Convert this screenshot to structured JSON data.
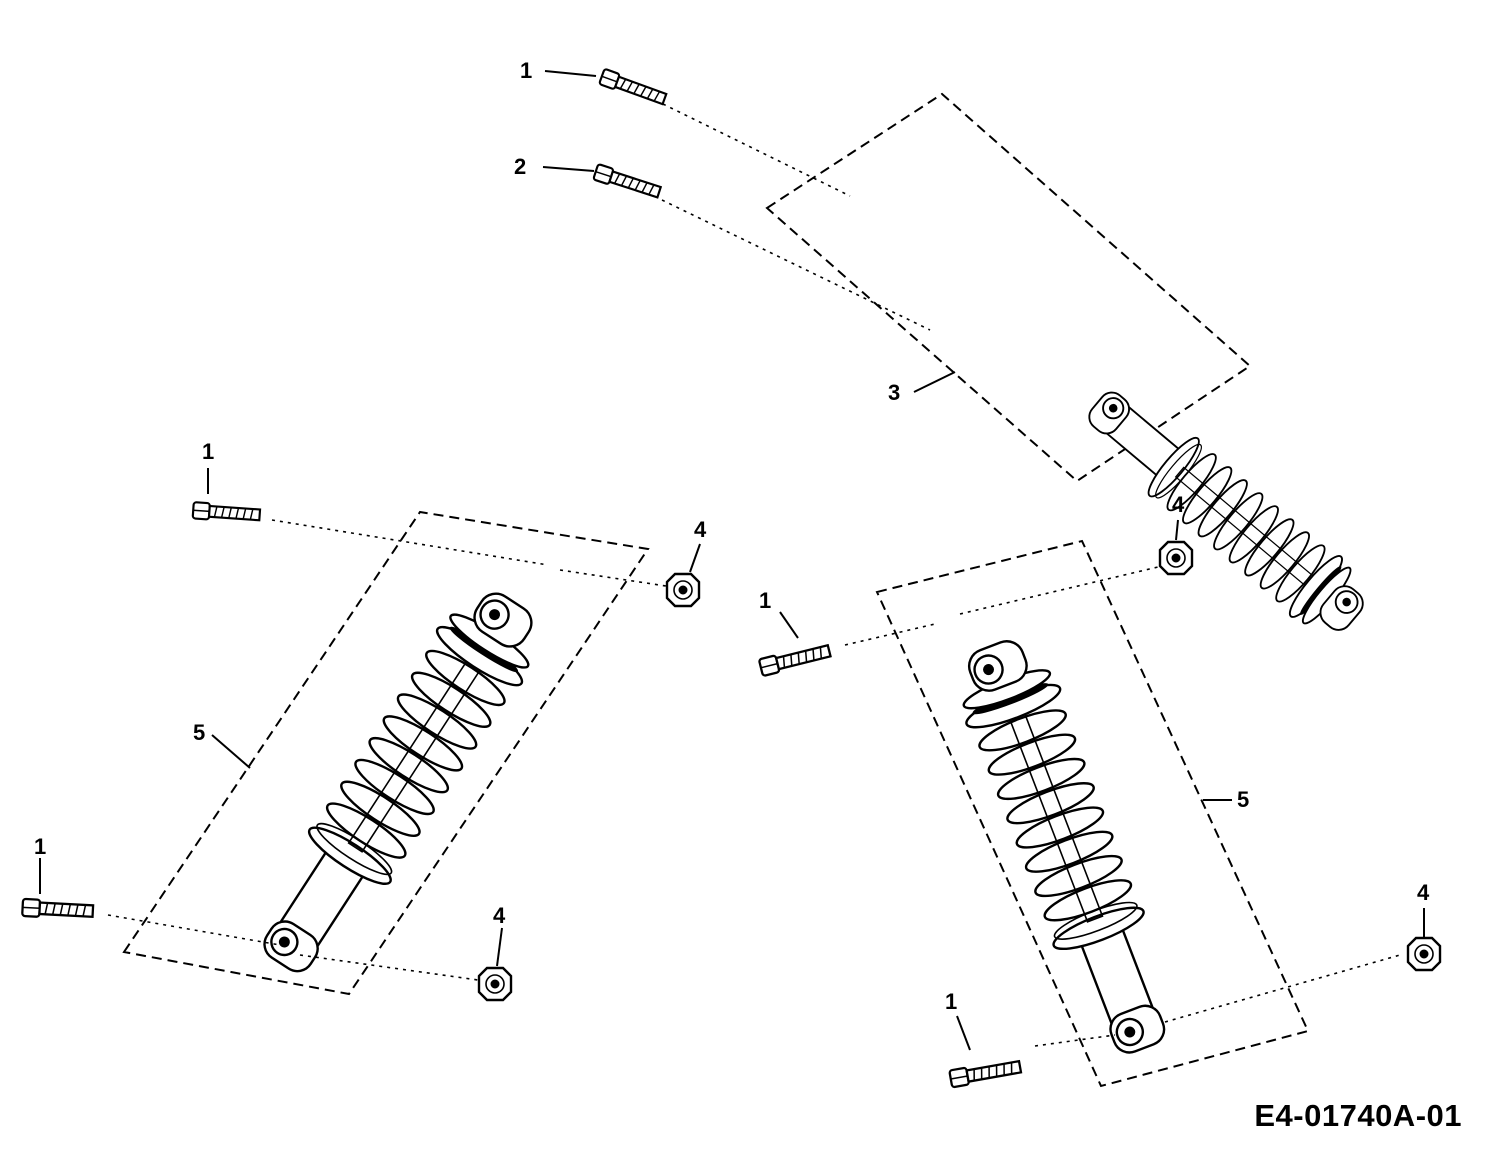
{
  "diagram": {
    "drawing_code": "E4-01740A-01",
    "callouts": {
      "top_bolt_1": "1",
      "top_bolt_2": "2",
      "top_assembly": "3",
      "left_bolt_top": "1",
      "left_nut_top": "4",
      "left_assembly": "5",
      "left_bolt_bottom": "1",
      "left_nut_bottom": "4",
      "right_nut_top": "4",
      "right_bolt_top": "1",
      "right_assembly": "5",
      "right_nut_bottom": "4",
      "right_bolt_bottom": "1"
    }
  }
}
